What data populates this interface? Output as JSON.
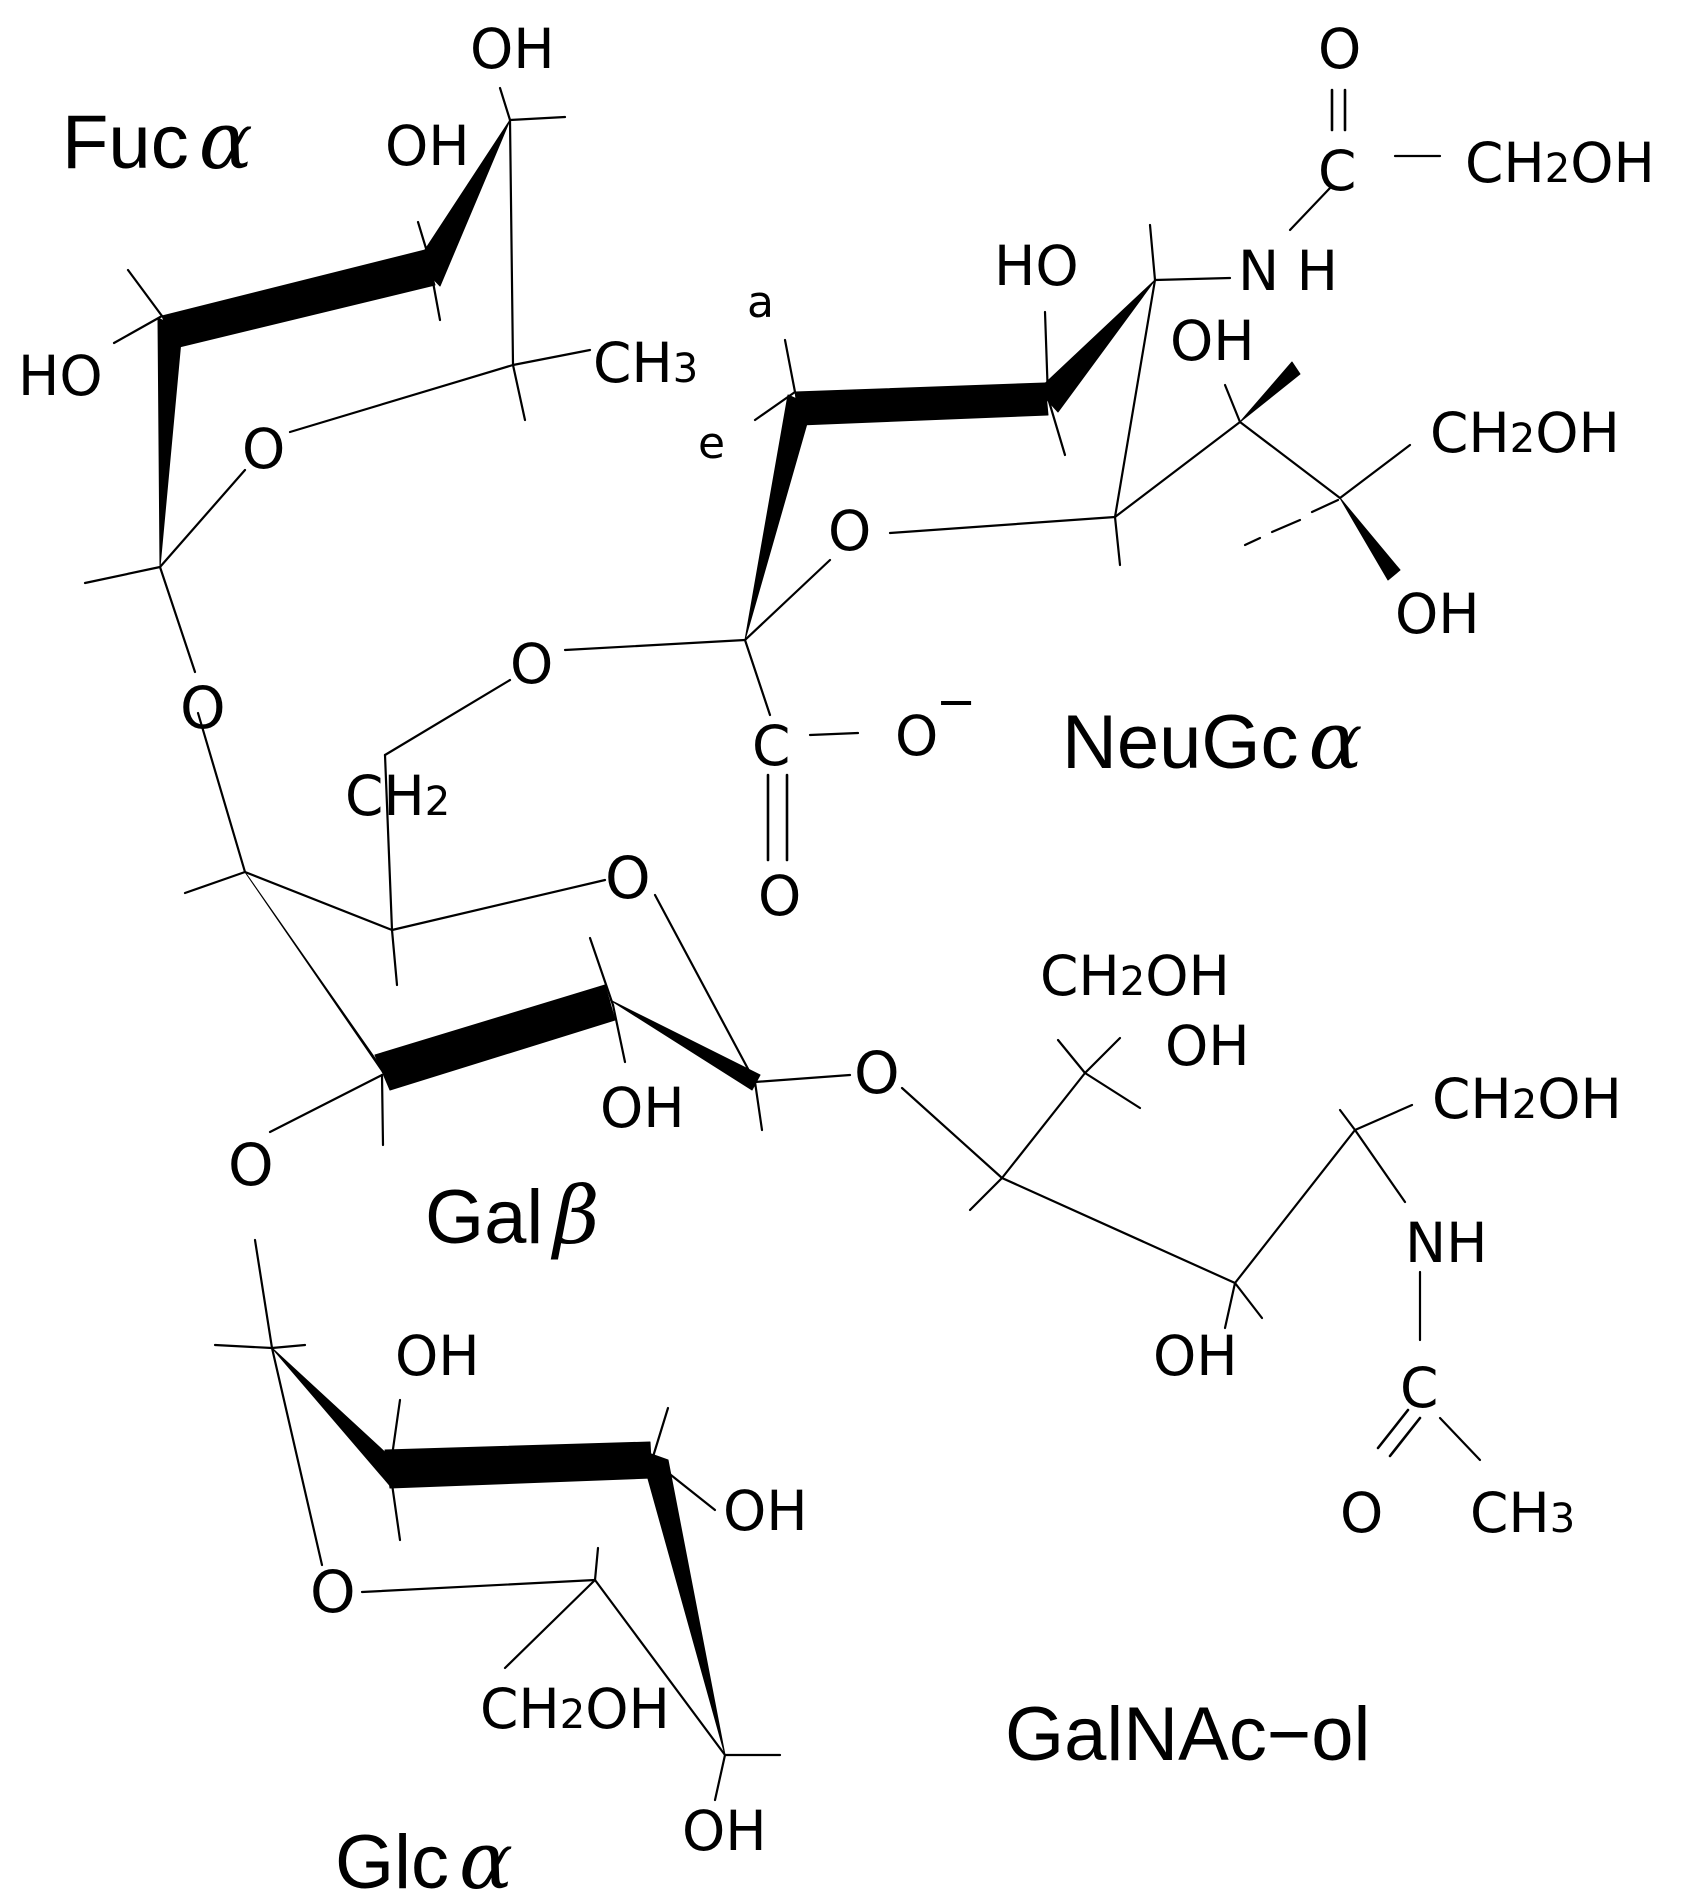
{
  "residues": {
    "fuc": {
      "name": "Fuc",
      "anomer": "α"
    },
    "neugc": {
      "name": "NeuGc",
      "anomer": "α"
    },
    "gal": {
      "name": "Gal",
      "anomer": "β"
    },
    "glc": {
      "name": "Glc",
      "anomer": "α"
    },
    "galnacol": {
      "name": "GalNAc−ol"
    }
  },
  "atoms": {
    "oh": "OH",
    "ho": "HO",
    "o": "O",
    "c": "C",
    "nh": "NH",
    "n_h": "N H",
    "ch": "CH",
    "two": "2",
    "three": "3",
    "minus": "−"
  },
  "markers": {
    "axial": "a",
    "equatorial": "e"
  },
  "colors": {
    "ink": "#000000",
    "background": "#ffffff"
  }
}
